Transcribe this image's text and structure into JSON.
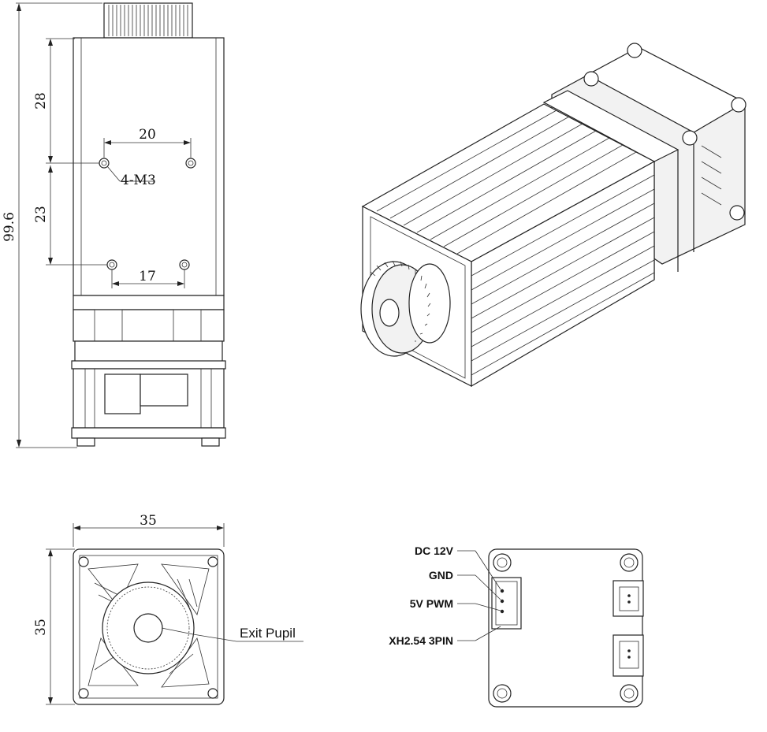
{
  "side_view": {
    "dim_total_height": "99.6",
    "dim_upper": "28",
    "dim_lower": "23",
    "dim_top_holes": "20",
    "dim_bottom_holes": "17",
    "hole_callout": "4-M3"
  },
  "front_view": {
    "dim_width": "35",
    "dim_height": "35",
    "exit_pupil": "Exit Pupil"
  },
  "pcb_view": {
    "pins": [
      "DC 12V",
      "GND",
      "5V PWM"
    ],
    "connector": "XH2.54 3PIN"
  }
}
